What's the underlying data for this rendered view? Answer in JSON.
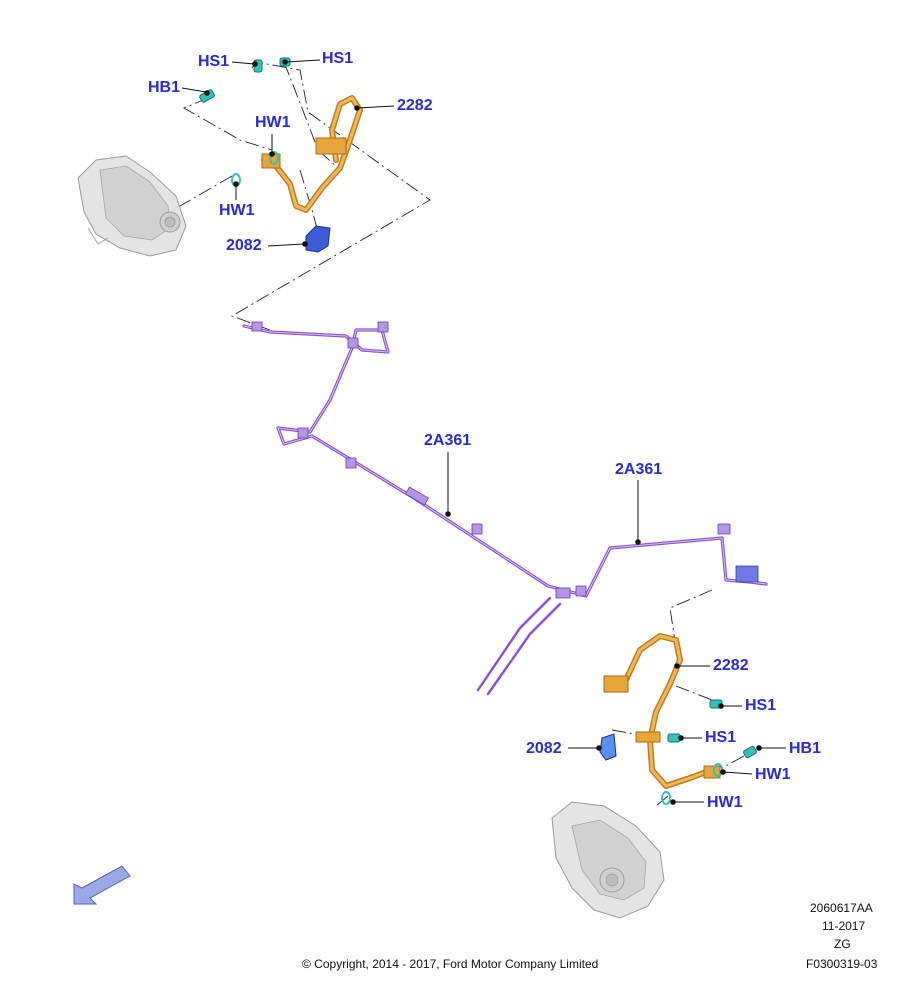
{
  "callouts": {
    "hs1_top_left": "HS1",
    "hs1_top_right": "HS1",
    "hb1_top": "HB1",
    "part_2282_top": "2282",
    "hw1_top_upper": "HW1",
    "hw1_top_lower": "HW1",
    "part_2082_top": "2082",
    "part_2a361_center": "2A361",
    "part_2a361_right": "2A361",
    "part_2282_bottom": "2282",
    "hs1_bottom_upper": "HS1",
    "hs1_bottom_lower": "HS1",
    "part_2082_bottom": "2082",
    "hb1_bottom": "HB1",
    "hw1_bottom_upper": "HW1",
    "hw1_bottom_lower": "HW1"
  },
  "footer": {
    "copyright": "© Copyright, 2014 - 2017, Ford Motor Company Limited",
    "drawing_number": "2060617AA",
    "date": "11-2017",
    "code": "ZG",
    "reference": "F0300319-03"
  },
  "colors": {
    "callout_text": "#2a2ad6",
    "brake_line": "#8a4fd0",
    "flexible_hose": "#e7a63a",
    "bracket": "#3b5bd8",
    "fastener": "#32c2b8",
    "caliper": "#d8d8d8",
    "direction_arrow": "#9aa8e8"
  },
  "icons": {
    "direction_arrow": "arrow-down-left-icon"
  }
}
